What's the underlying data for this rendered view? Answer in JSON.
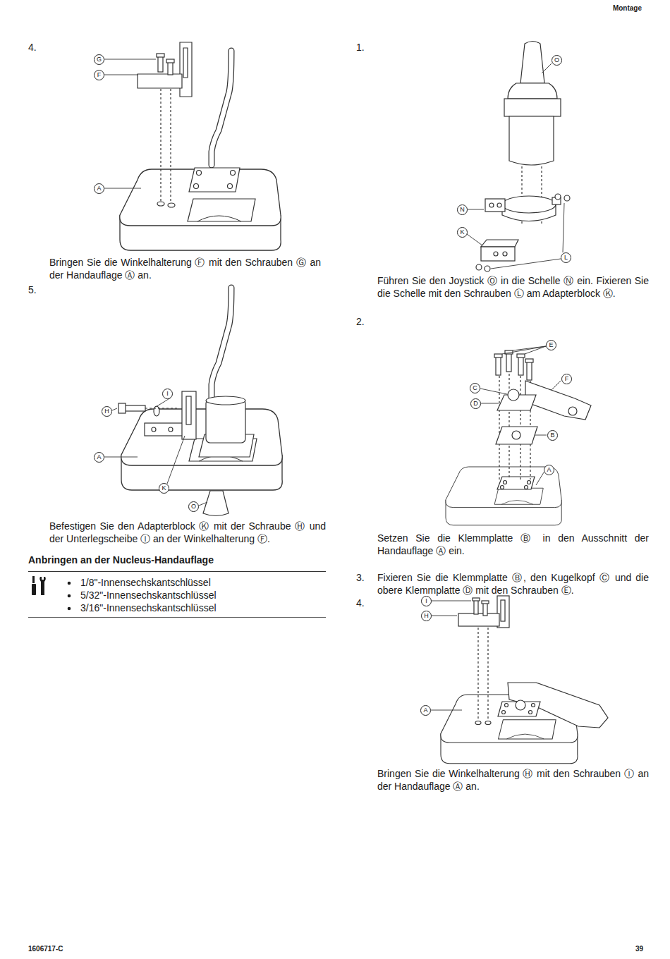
{
  "diagram": {
    "labels": [
      "Montage",
      "4.",
      "G",
      "F",
      "A",
      "Bringen Sie die Winkelhalterung Ⓕ mit den Schrauben Ⓖ an der Handauflage Ⓐ an.",
      "5.",
      "I",
      "H",
      "A",
      "K",
      "O",
      "Befestigen Sie den Adapterblock Ⓚ mit der Schraube Ⓗ und der Unterlegscheibe Ⓘ an der Winkelhalterung Ⓕ.",
      "Anbringen an der Nucleus-Handauflage",
      "1/8\"-Innensechskantschlüssel",
      "5/32\"-Innensechskantschlüssel",
      "3/16\"-Innensechskantschlüssel",
      "1.",
      "O",
      "N",
      "K",
      "L",
      "Führen Sie den Joystick Ⓞ in die Schelle Ⓝ ein. Fixieren Sie die Schelle mit den Schrauben Ⓛ am Adapterblock Ⓚ.",
      "2.",
      "E",
      "F",
      "C",
      "D",
      "B",
      "A",
      "Setzen Sie die Klemmplatte Ⓑ in den Ausschnitt der Handauflage Ⓐ ein.",
      "3.",
      "Fixieren Sie die Klemmplatte Ⓑ, den Kugelkopf Ⓒ und die obere Klemmplatte Ⓓ mit den Schrauben Ⓔ.",
      "4.",
      "I",
      "H",
      "A",
      "Bringen Sie die Winkelhalterung Ⓗ mit den Schrauben Ⓘ an der Handauflage Ⓐ an.",
      "1606717-C",
      "39"
    ]
  }
}
